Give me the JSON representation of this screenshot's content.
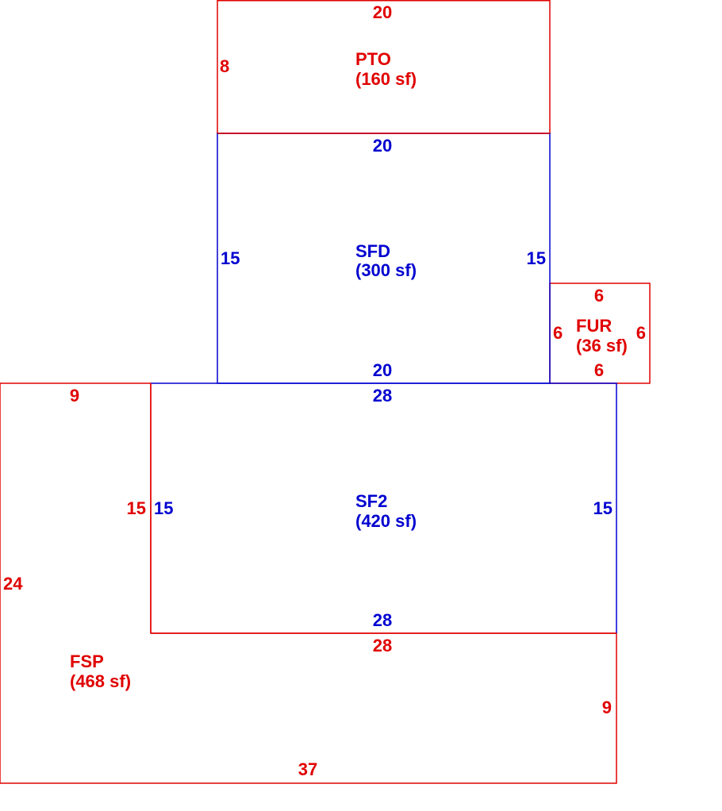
{
  "colors": {
    "red": "#e00000",
    "blue": "#0000d0"
  },
  "areas": {
    "pto": {
      "name": "PTO",
      "size": "(160 sf)",
      "dims": {
        "top": "20",
        "left": "8"
      }
    },
    "sfd": {
      "name": "SFD",
      "size": "(300 sf)",
      "dims": {
        "top": "20",
        "left": "15",
        "right": "15",
        "bottom": "20"
      }
    },
    "fur": {
      "name": "FUR",
      "size": "(36 sf)",
      "dims": {
        "top": "6",
        "left": "6",
        "right": "6",
        "bottom": "6"
      }
    },
    "sf2": {
      "name": "SF2",
      "size": "(420 sf)",
      "dims": {
        "top": "28",
        "left": "15",
        "right": "15",
        "bottom": "28"
      }
    },
    "fsp": {
      "name": "FSP",
      "size": "(468 sf)",
      "dims": {
        "top": "9",
        "inner_left": "15",
        "left": "24",
        "inner_bottom": "28",
        "right": "9",
        "bottom": "37"
      }
    }
  }
}
